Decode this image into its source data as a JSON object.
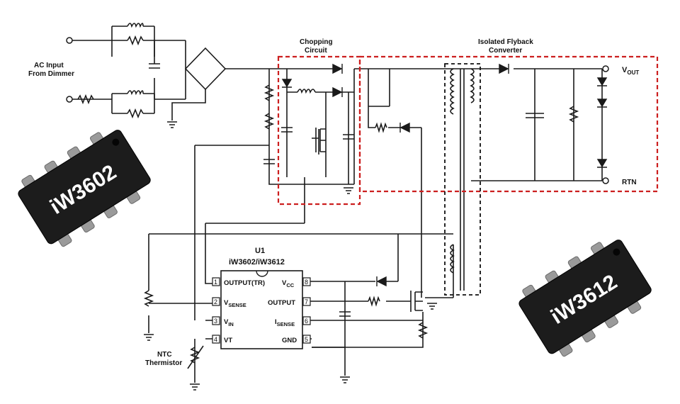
{
  "labels": {
    "ac_input_line1": "AC Input",
    "ac_input_line2": "From Dimmer",
    "chopping_line1": "Chopping",
    "chopping_line2": "Circuit",
    "flyback_line1": "Isolated Flyback",
    "flyback_line2": "Converter",
    "vout_main": "V",
    "vout_sub": "OUT",
    "rtn": "RTN",
    "ntc_line1": "NTC",
    "ntc_line2": "Thermistor"
  },
  "ic": {
    "ref": "U1",
    "part": "iW3602/iW3612",
    "pins_left": [
      {
        "num": "1",
        "name": "OUTPUT(TR)",
        "sub": ""
      },
      {
        "num": "2",
        "name": "V",
        "sub": "SENSE"
      },
      {
        "num": "3",
        "name": "V",
        "sub": "IN"
      },
      {
        "num": "4",
        "name": "VT",
        "sub": ""
      }
    ],
    "pins_right": [
      {
        "num": "8",
        "name": "V",
        "sub": "CC"
      },
      {
        "num": "7",
        "name": "OUTPUT",
        "sub": ""
      },
      {
        "num": "6",
        "name": "I",
        "sub": "SENSE"
      },
      {
        "num": "5",
        "name": "GND",
        "sub": ""
      }
    ]
  },
  "chips": {
    "chip_left": "iW3602",
    "chip_right": "iW3612"
  },
  "colors": {
    "wire": "#1a1a1a",
    "block_outline": "#cc1f1f",
    "transformer_outline": "#111111",
    "chip_body": "#1c1c1c",
    "chip_lead": "#9a9a9a"
  }
}
